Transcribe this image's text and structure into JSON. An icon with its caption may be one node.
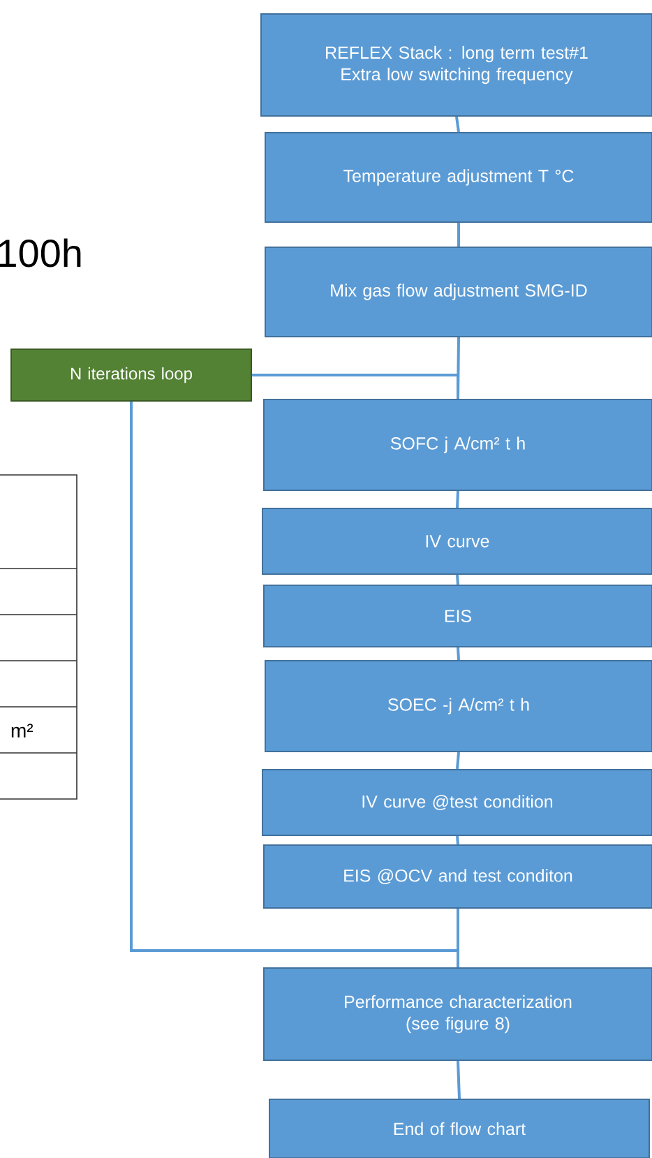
{
  "diagram": {
    "nodes": [
      {
        "text": [
          "REFLEX Stack : long term test#1 Extra low switching frequency"
        ]
      },
      {
        "text": [
          "Temperature adjustment T °C"
        ]
      },
      {
        "text": [
          "Mix gas flow adjustment SMG-ID"
        ]
      },
      {
        "text": [
          "N iterations loop"
        ]
      },
      {
        "text": [
          "SOFC j A/cm²  t h"
        ]
      },
      {
        "text": [
          "IV curve"
        ]
      },
      {
        "text": [
          "EIS"
        ]
      },
      {
        "text": [
          "SOEC -j A/cm²  t h"
        ]
      },
      {
        "text": [
          "IV curve @test condition"
        ]
      },
      {
        "text": [
          "EIS @OCV and test conditon"
        ]
      },
      {
        "text": [
          "Performance characterization (see figure 8)"
        ]
      },
      {
        "text": [
          "End of flow chart"
        ]
      }
    ],
    "edges": [
      {
        "from": 0,
        "to": 1,
        "arrow": "none"
      },
      {
        "from": 1,
        "to": 2,
        "arrow": "none"
      },
      {
        "from": 2,
        "to": 4,
        "arrow": "none"
      },
      {
        "from": 3,
        "to": 4,
        "arrow": "none"
      },
      {
        "from": 4,
        "to": 5,
        "arrow": "none"
      },
      {
        "from": 5,
        "to": 6,
        "arrow": "none"
      },
      {
        "from": 6,
        "to": 7,
        "arrow": "none"
      },
      {
        "from": 7,
        "to": 8,
        "arrow": "none"
      },
      {
        "from": 8,
        "to": 9,
        "arrow": "none"
      },
      {
        "from": 9,
        "to": 10,
        "arrow": "none"
      },
      {
        "from": 3,
        "to": 10,
        "arrow": "none"
      },
      {
        "from": 10,
        "to": 11,
        "arrow": "none"
      }
    ],
    "labels": [
      "100h",
      "m²"
    ]
  }
}
